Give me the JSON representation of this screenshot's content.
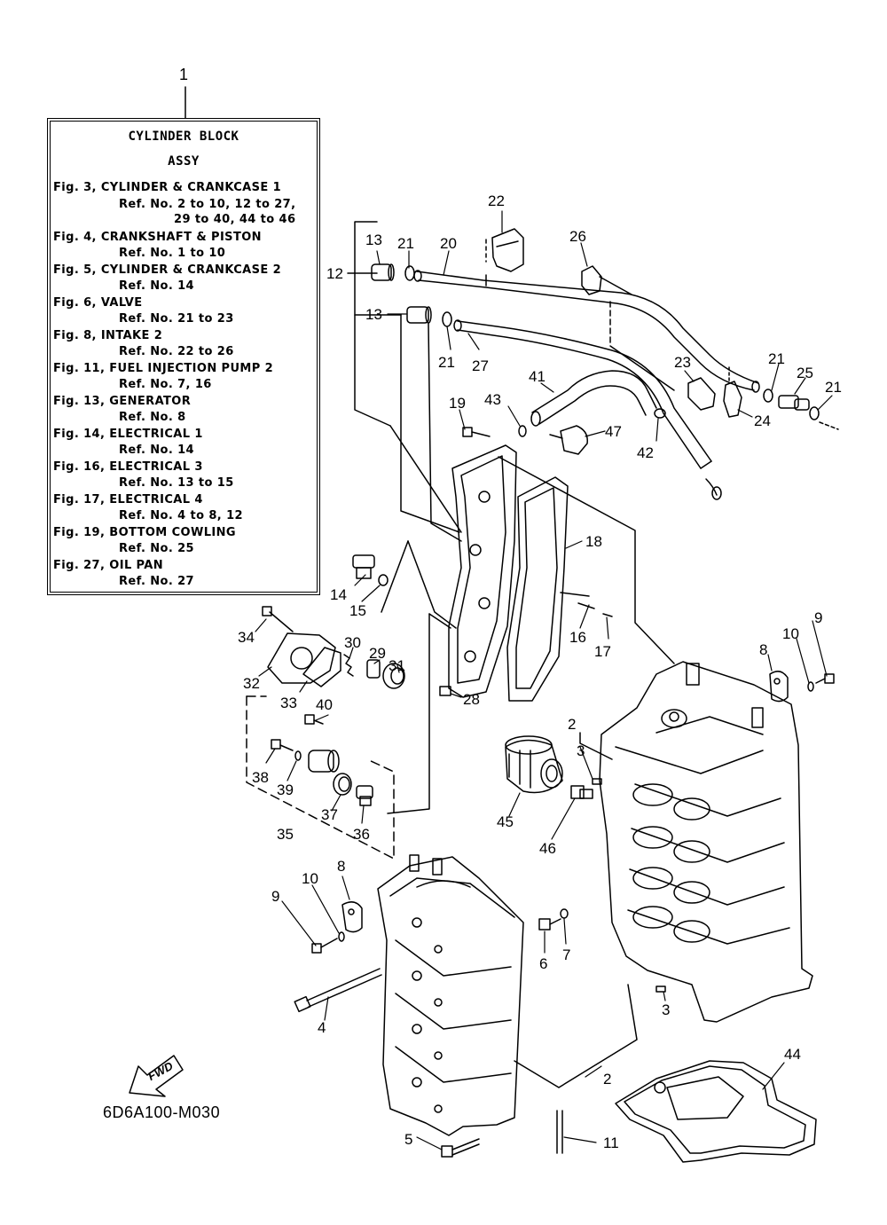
{
  "box": {
    "part_number": "1",
    "title_line1": "CYLINDER BLOCK",
    "title_line2": "ASSY",
    "lines": [
      {
        "fig": "Fig. 3, CYLINDER & CRANKCASE 1",
        "ref": "Ref. No. 2 to 10, 12 to 27,",
        "ref2": "29 to 40, 44 to 46"
      },
      {
        "fig": "Fig. 4, CRANKSHAFT & PISTON",
        "ref": "Ref. No. 1 to 10"
      },
      {
        "fig": "Fig. 5, CYLINDER & CRANKCASE 2",
        "ref": "Ref. No. 14"
      },
      {
        "fig": "Fig. 6, VALVE",
        "ref": "Ref. No. 21 to 23"
      },
      {
        "fig": "Fig. 8, INTAKE 2",
        "ref": "Ref. No. 22 to 26"
      },
      {
        "fig": "Fig. 11, FUEL INJECTION PUMP 2",
        "ref": "Ref. No. 7, 16"
      },
      {
        "fig": "Fig. 13, GENERATOR",
        "ref": "Ref. No. 8"
      },
      {
        "fig": "Fig. 14, ELECTRICAL 1",
        "ref": "Ref. No. 14"
      },
      {
        "fig": "Fig. 16, ELECTRICAL 3",
        "ref": "Ref. No. 13 to 15"
      },
      {
        "fig": "Fig. 17, ELECTRICAL 4",
        "ref": "Ref. No. 4 to 8, 12"
      },
      {
        "fig": "Fig. 19, BOTTOM COWLING",
        "ref": "Ref. No. 25"
      },
      {
        "fig": "Fig. 27, OIL PAN",
        "ref": "Ref. No. 27"
      }
    ]
  },
  "callouts": [
    "2",
    "3",
    "4",
    "5",
    "6",
    "7",
    "8",
    "9",
    "10",
    "11",
    "12",
    "13",
    "14",
    "15",
    "16",
    "17",
    "18",
    "19",
    "20",
    "21",
    "22",
    "23",
    "24",
    "25",
    "26",
    "27",
    "28",
    "29",
    "30",
    "31",
    "32",
    "33",
    "34",
    "35",
    "36",
    "37",
    "38",
    "39",
    "40",
    "41",
    "42",
    "43",
    "44",
    "45",
    "46",
    "47"
  ],
  "fwd_label": "FWD",
  "diagram_code": "6D6A100-M030"
}
